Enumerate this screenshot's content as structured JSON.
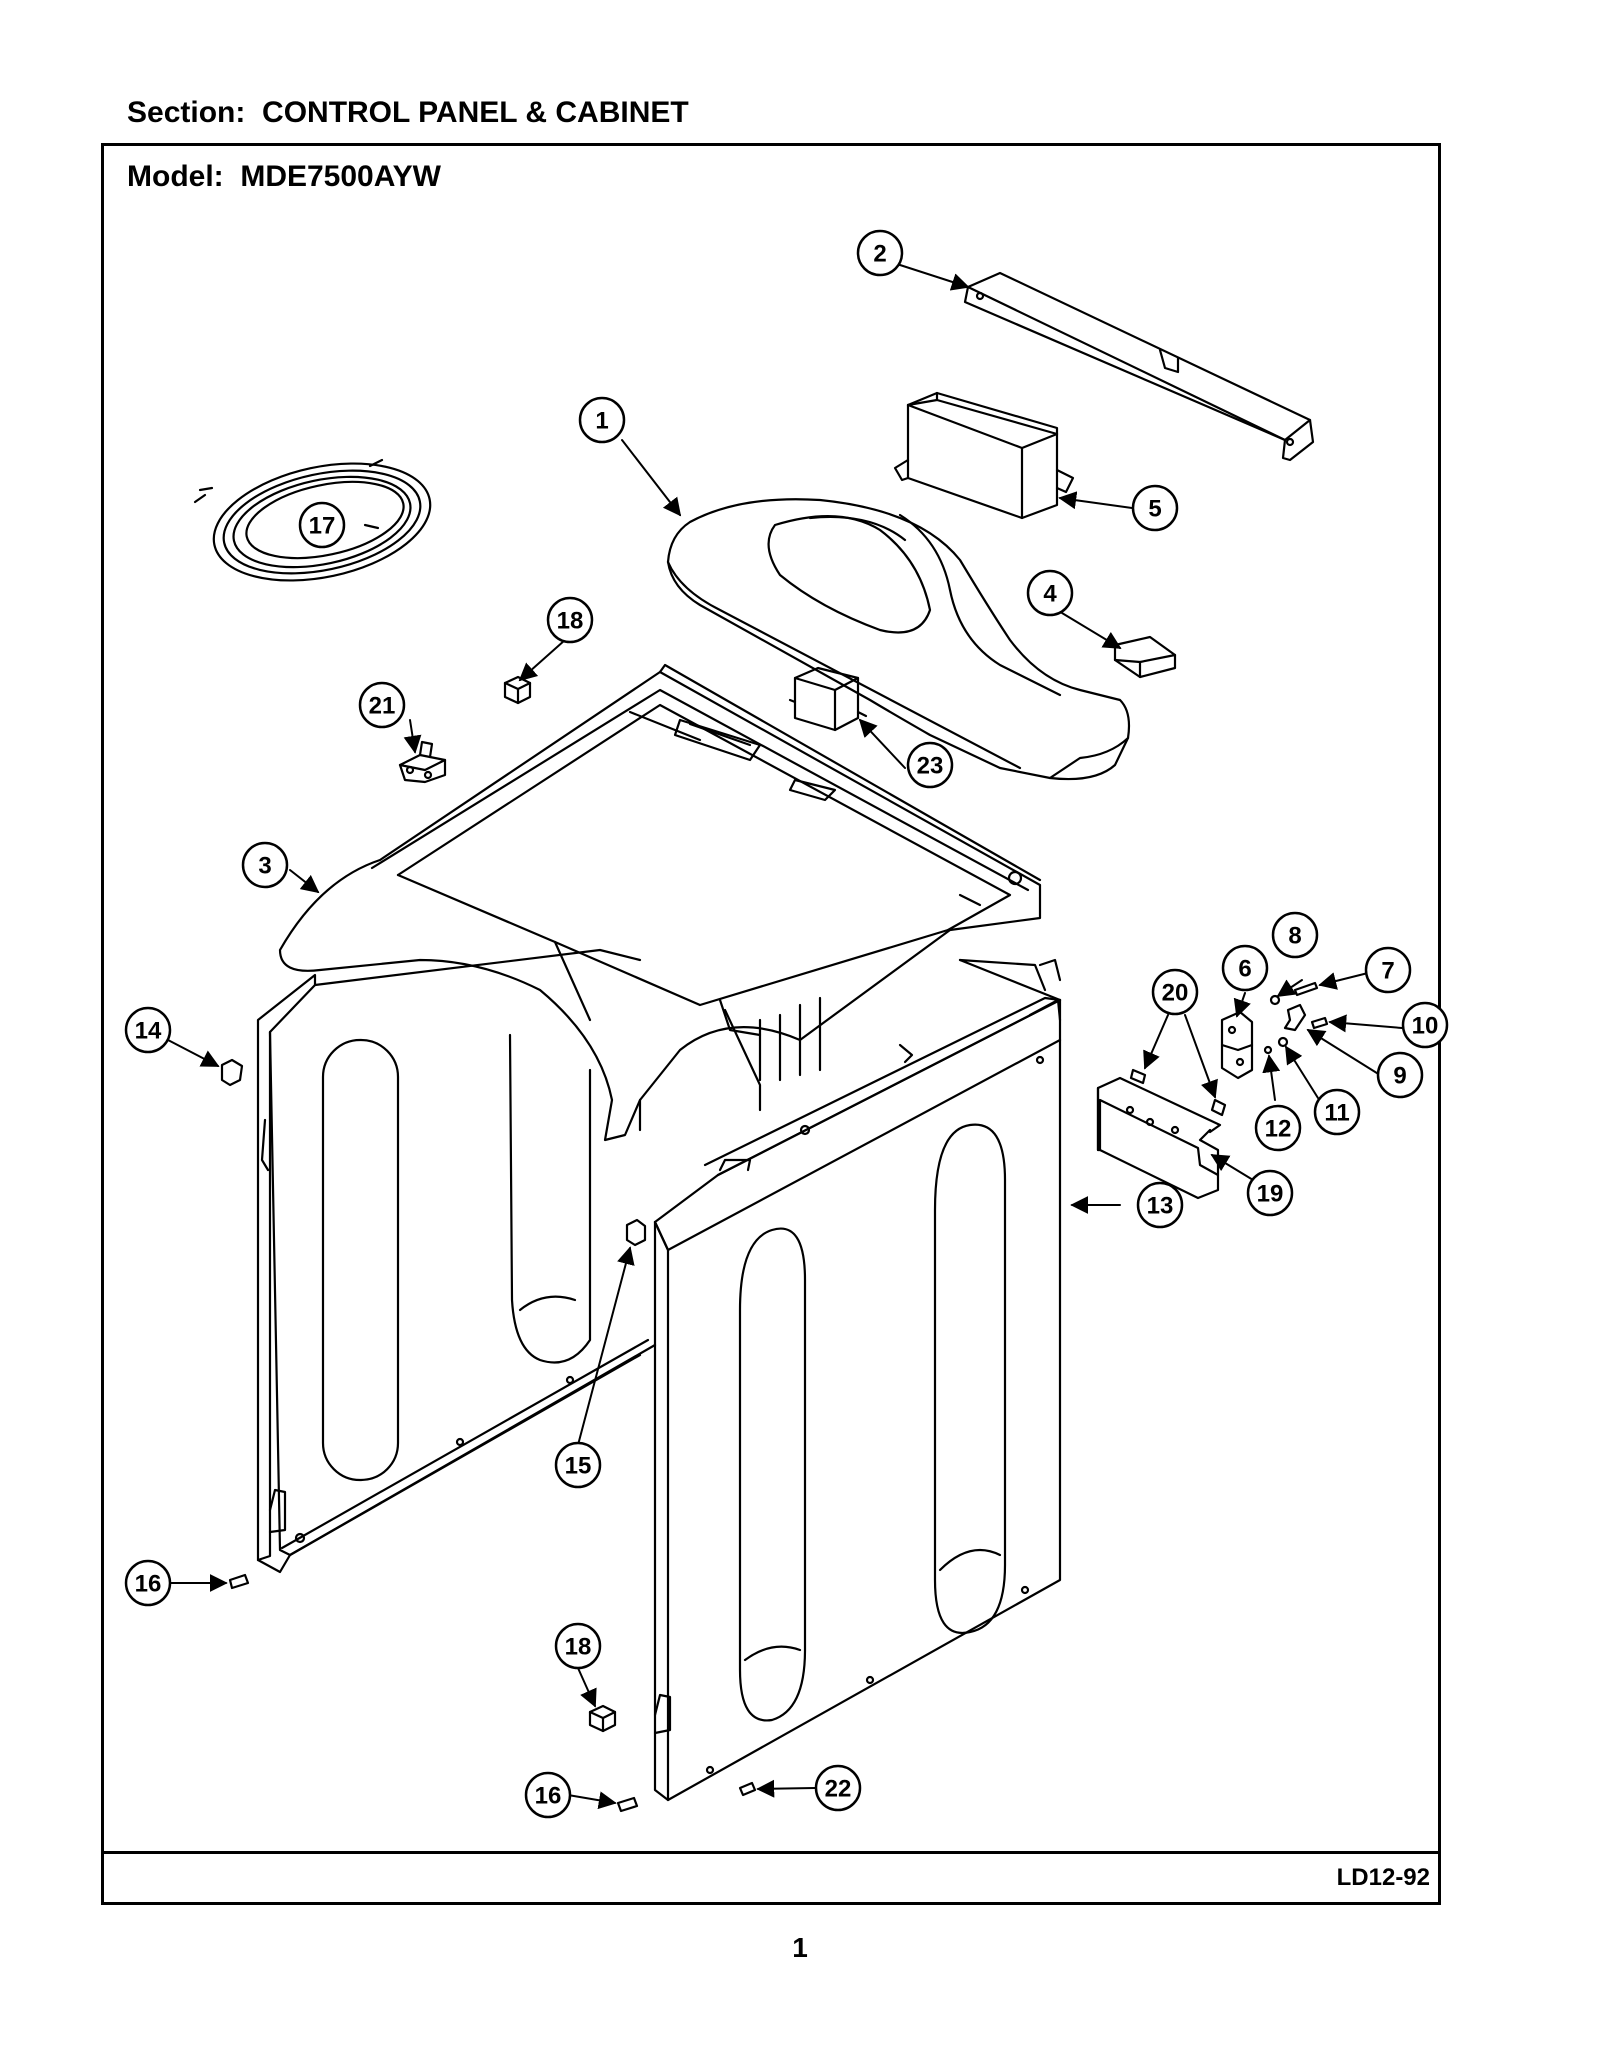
{
  "header": {
    "section_label": "Section:",
    "section_name": "CONTROL PANEL & CABINET",
    "model_label": "Model:",
    "model_number": "MDE7500AYW"
  },
  "footer": {
    "drawing_id": "LD12-92",
    "page_number": "1"
  },
  "callouts": [
    {
      "id": "callout-1",
      "label": "1"
    },
    {
      "id": "callout-2",
      "label": "2"
    },
    {
      "id": "callout-3",
      "label": "3"
    },
    {
      "id": "callout-4",
      "label": "4"
    },
    {
      "id": "callout-5",
      "label": "5"
    },
    {
      "id": "callout-6",
      "label": "6"
    },
    {
      "id": "callout-7",
      "label": "7"
    },
    {
      "id": "callout-8",
      "label": "8"
    },
    {
      "id": "callout-9",
      "label": "9"
    },
    {
      "id": "callout-10",
      "label": "10"
    },
    {
      "id": "callout-11",
      "label": "11"
    },
    {
      "id": "callout-12",
      "label": "12"
    },
    {
      "id": "callout-13",
      "label": "13"
    },
    {
      "id": "callout-14",
      "label": "14"
    },
    {
      "id": "callout-15",
      "label": "15"
    },
    {
      "id": "callout-16a",
      "label": "16"
    },
    {
      "id": "callout-16b",
      "label": "16"
    },
    {
      "id": "callout-17",
      "label": "17"
    },
    {
      "id": "callout-18a",
      "label": "18"
    },
    {
      "id": "callout-18b",
      "label": "18"
    },
    {
      "id": "callout-19",
      "label": "19"
    },
    {
      "id": "callout-20",
      "label": "20"
    },
    {
      "id": "callout-21",
      "label": "21"
    },
    {
      "id": "callout-22",
      "label": "22"
    },
    {
      "id": "callout-23",
      "label": "23"
    }
  ]
}
